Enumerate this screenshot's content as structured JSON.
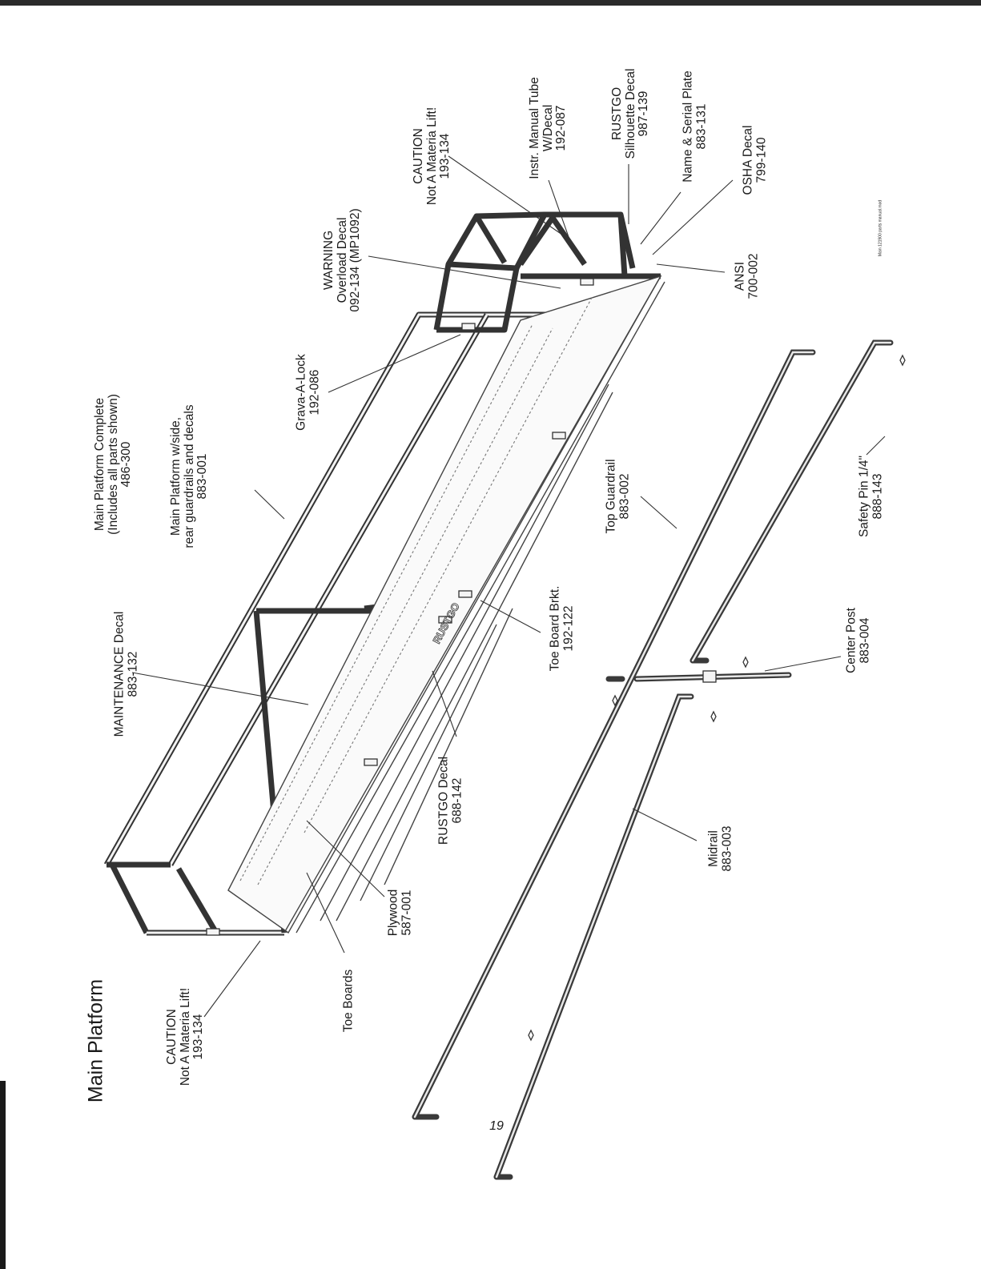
{
  "page": {
    "title": "Main Platform",
    "page_number": "19",
    "file_note": "Main 121900 parts manual.mod"
  },
  "stencil_text": "RUSTGO",
  "callouts": {
    "main_platform_complete": {
      "lines": [
        "Main Platform Complete",
        "(Includes all parts shown)",
        "486-300"
      ]
    },
    "main_platform_wside": {
      "lines": [
        "Main Platform w/side,",
        "rear guardrails and decals",
        "883-001"
      ]
    },
    "maintenance_decal": {
      "lines": [
        "MAINTENANCE Decal",
        "883-132"
      ]
    },
    "grava_a_lock": {
      "lines": [
        "Grava-A-Lock",
        "192-086"
      ]
    },
    "warning_overload": {
      "lines": [
        "WARNING",
        "Overload Decal",
        "092-134 (MP1092)"
      ]
    },
    "caution_top": {
      "lines": [
        "CAUTION",
        "Not  A Materia Lift!",
        "193-134"
      ]
    },
    "instr_manual_tube": {
      "lines": [
        "Instr. Manual Tube",
        "W/Decal",
        "192-087"
      ]
    },
    "rustgo_silhouette": {
      "lines": [
        "RUSTGO",
        "Silhouette Decal",
        "987-139"
      ]
    },
    "name_serial_plate": {
      "lines": [
        "Name & Serial Plate",
        "883-131"
      ]
    },
    "osha_decal": {
      "lines": [
        "OSHA Decal",
        "799-140"
      ]
    },
    "ansi": {
      "lines": [
        "ANSI",
        "700-002"
      ]
    },
    "top_guardrail": {
      "lines": [
        "Top Guardrail",
        "883-002"
      ]
    },
    "toe_board_brkt": {
      "lines": [
        "Toe Board Brkt.",
        "192-122"
      ]
    },
    "rustgo_decal": {
      "lines": [
        "RUSTGO Decal",
        "688-142"
      ]
    },
    "safety_pin": {
      "lines": [
        "Safety Pin 1/4\"",
        "888-143"
      ]
    },
    "center_post": {
      "lines": [
        "Center Post",
        "883-004"
      ]
    },
    "midrail": {
      "lines": [
        "Midrail",
        "883-003"
      ]
    },
    "plywood": {
      "lines": [
        "Plywood",
        "587-001"
      ]
    },
    "toe_boards": {
      "lines": [
        "Toe Boards"
      ]
    },
    "caution_bottom": {
      "lines": [
        "CAUTION",
        "Not  A Materia Lift!",
        "193-134"
      ]
    }
  }
}
